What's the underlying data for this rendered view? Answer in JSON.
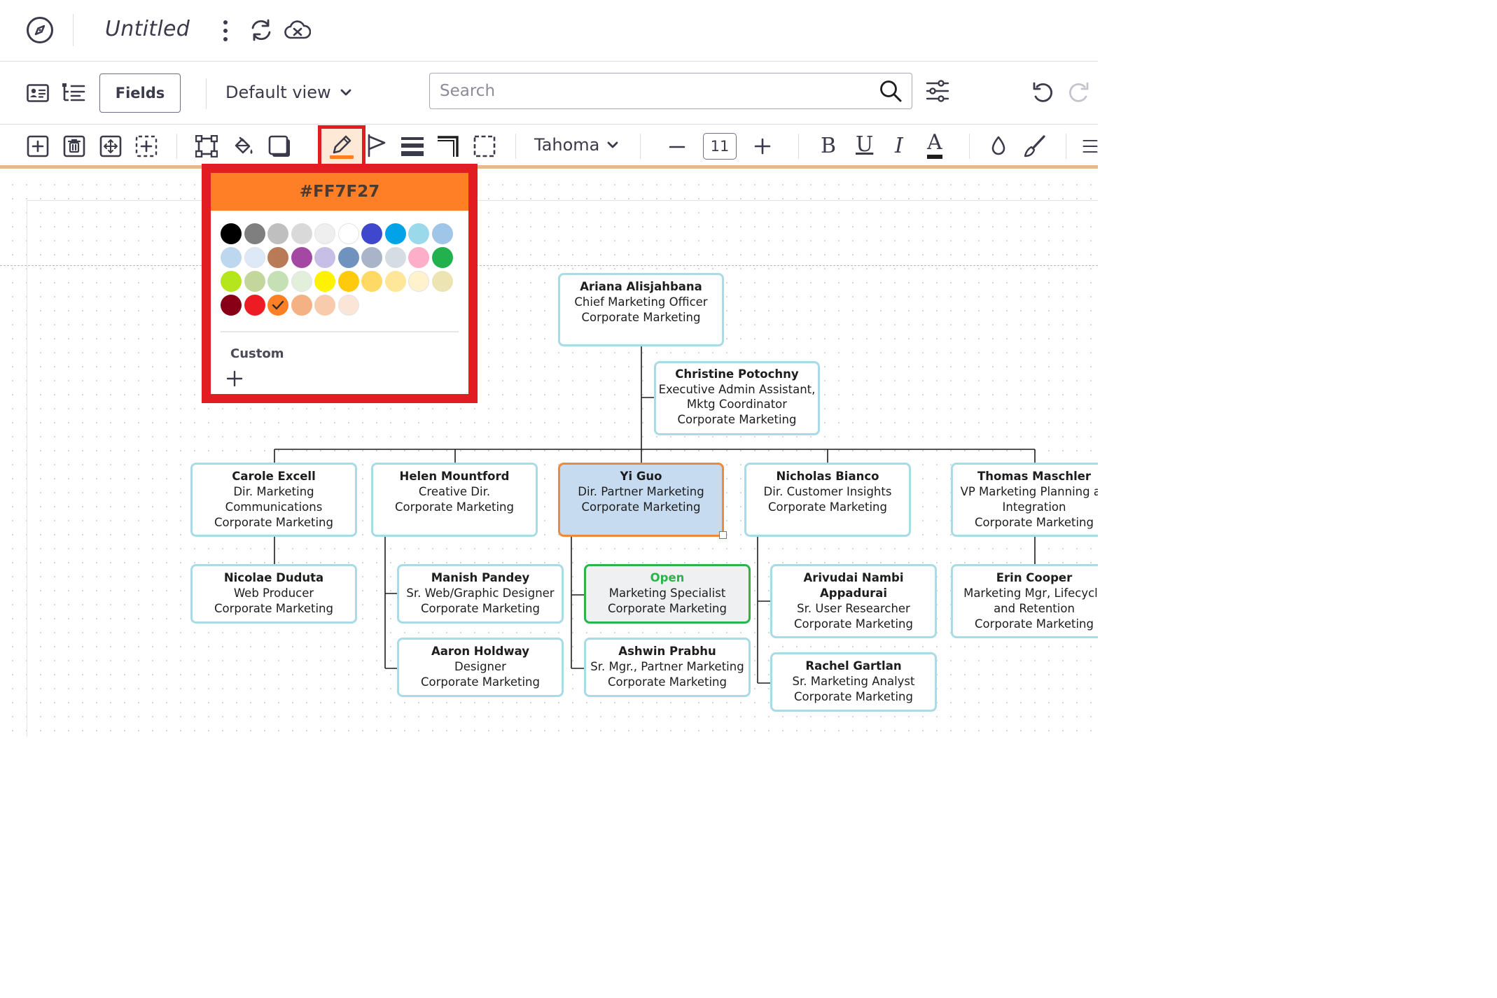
{
  "app": {
    "title": "Untitled"
  },
  "viewbar": {
    "fields_label": "Fields",
    "view_label": "Default view",
    "search_placeholder": "Search"
  },
  "format": {
    "font_name": "Tahoma",
    "font_size": "11",
    "bold": "B",
    "underline": "U",
    "italic": "I",
    "font_color": "A"
  },
  "color_picker": {
    "hex": "#FF7F27",
    "custom_label": "Custom",
    "selected_index": 32,
    "swatches": [
      "#000000",
      "#7f7f7f",
      "#bfbfbf",
      "#d9d9d9",
      "#efefef",
      "#ffffff",
      "#3f48cc",
      "#00a2e8",
      "#99d9ea",
      "#9fc5e8",
      "#bdd7ee",
      "#dde9f7",
      "#b97a57",
      "#a349a4",
      "#c8bfe7",
      "#7092be",
      "#a9b4c8",
      "#d6dce4",
      "#ffaec9",
      "#22b14c",
      "#b5e61d",
      "#c3d69b",
      "#c5e0b4",
      "#e2efda",
      "#fff200",
      "#ffc90e",
      "#ffd966",
      "#ffe699",
      "#fff2cc",
      "#ede4b4",
      "#880015",
      "#ed1c24",
      "#ff7f27",
      "#f4b183",
      "#f8cbad",
      "#fbe5d6"
    ]
  },
  "colors": {
    "accent": "#ff7f27",
    "highlight_frame": "#e21d22",
    "card_border": "#a8dbe6",
    "selected_fill": "#c6daf0",
    "selected_border": "#f08a3a",
    "open_border": "#2db34a"
  },
  "org": {
    "ceo": {
      "name": "Ariana Alisjahbana",
      "lines": [
        "Chief Marketing Officer",
        "Corporate Marketing"
      ]
    },
    "assistant": {
      "name": "Christine Potochny",
      "lines": [
        "Executive Admin Assistant,",
        "Mktg Coordinator",
        "Corporate Marketing"
      ]
    },
    "carole": {
      "name": "Carole Excell",
      "lines": [
        "Dir. Marketing",
        "Communications",
        "Corporate Marketing"
      ]
    },
    "helen": {
      "name": "Helen Mountford",
      "lines": [
        "Creative Dir.",
        "Corporate Marketing"
      ]
    },
    "yi": {
      "name": "Yi Guo",
      "lines": [
        "Dir. Partner Marketing",
        "Corporate Marketing"
      ]
    },
    "nicholas": {
      "name": "Nicholas Bianco",
      "lines": [
        "Dir. Customer Insights",
        "Corporate Marketing"
      ]
    },
    "thomas": {
      "name": "Thomas Maschler",
      "lines": [
        "VP Marketing Planning an",
        "Integration",
        "Corporate Marketing"
      ]
    },
    "nicolae": {
      "name": "Nicolae Duduta",
      "lines": [
        "Web Producer",
        "Corporate Marketing"
      ]
    },
    "manish": {
      "name": "Manish Pandey",
      "lines": [
        "Sr. Web/Graphic Designer",
        "Corporate Marketing"
      ]
    },
    "aaron": {
      "name": "Aaron Holdway",
      "lines": [
        "Designer",
        "Corporate Marketing"
      ]
    },
    "open": {
      "name": "Open",
      "lines": [
        "Marketing Specialist",
        "Corporate Marketing"
      ]
    },
    "ashwin": {
      "name": "Ashwin Prabhu",
      "lines": [
        "Sr. Mgr., Partner Marketing",
        "Corporate Marketing"
      ]
    },
    "arivudai": {
      "name": "Arivudai Nambi",
      "lines": [
        "Appadurai",
        "Sr. User Researcher",
        "Corporate Marketing"
      ]
    },
    "rachel": {
      "name": "Rachel Gartlan",
      "lines": [
        "Sr. Marketing Analyst",
        "Corporate Marketing"
      ]
    },
    "erin": {
      "name": "Erin Cooper",
      "lines": [
        "Marketing Mgr, Lifecycle",
        "and Retention",
        "Corporate Marketing"
      ]
    }
  }
}
